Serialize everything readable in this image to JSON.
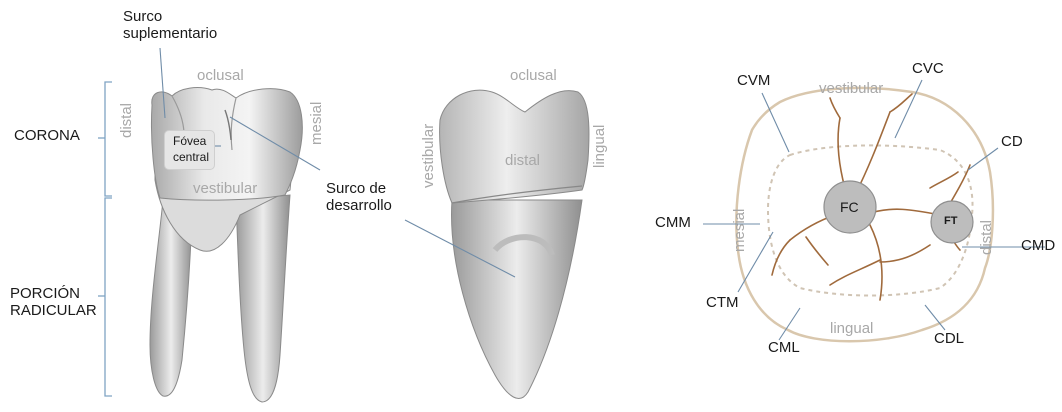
{
  "left_view": {
    "surco_suplementario": [
      "Surco",
      "suplementario"
    ],
    "oclusal": "oclusal",
    "distal": "distal",
    "mesial": "mesial",
    "fovea_central": [
      "Fóvea",
      "central"
    ],
    "vestibular": "vestibular",
    "surco_desarrollo": [
      "Surco de",
      "desarrollo"
    ],
    "corona": "CORONA",
    "porcion_radicular": [
      "PORCIÓN",
      "RADICULAR"
    ]
  },
  "middle_view": {
    "oclusal": "oclusal",
    "vestibular": "vestibular",
    "distal": "distal",
    "lingual": "lingual"
  },
  "occlusal_view": {
    "cvm": "CVM",
    "vestibular": "vestibular",
    "cvc": "CVC",
    "cd": "CD",
    "cmm": "CMM",
    "mesial": "mesial",
    "fc": "FC",
    "ft": "FT",
    "distal": "distal",
    "cmd": "CMD",
    "ctm": "CTM",
    "lingual": "lingual",
    "cml": "CML",
    "cdl": "CDL"
  },
  "colors": {
    "label_dark": "#1a1a1a",
    "label_gray": "#a8a8a8",
    "leader_line": "#6f8ca8",
    "bracket": "#7fa3c4",
    "outline": "#d9c7ad",
    "fissure": "#a06a3c",
    "fossa_fill": "#bdbdbd"
  }
}
